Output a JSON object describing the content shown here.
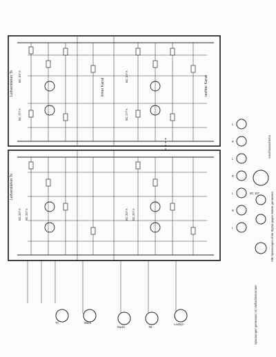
{
  "sections": {
    "upper_title": "Leitverstärker Ts",
    "lower_title": "Leitverstärker Ts",
    "upper_side": "linker Kanal",
    "lower_side": "rechter Kanal"
  },
  "transistor_labels": {
    "t1": "BC 107 A",
    "t2": "BC 177 A",
    "t3": "BC 107 A",
    "t4": "BC 177 A",
    "t5": "BC 207 A",
    "t6": "BC 207 A",
    "t7": "BC 207 A",
    "t8": "BC 207 A"
  },
  "connector_labels": {
    "c1": "TA",
    "c2": "Mikro",
    "c3": "Radio",
    "c4": "TB",
    "c5": "Lautspr."
  },
  "jack_labels": [
    "L",
    "R",
    "L",
    "R",
    "L",
    "R",
    "L"
  ],
  "notes": {
    "pinout": "Alle Spannungen ohne Signal gegen Masse gemessen",
    "pinout_title": "Anschlussschema",
    "ic_label": "BC 107",
    "legend": "Spannungen gemessen mit Vielfachinstrument"
  }
}
